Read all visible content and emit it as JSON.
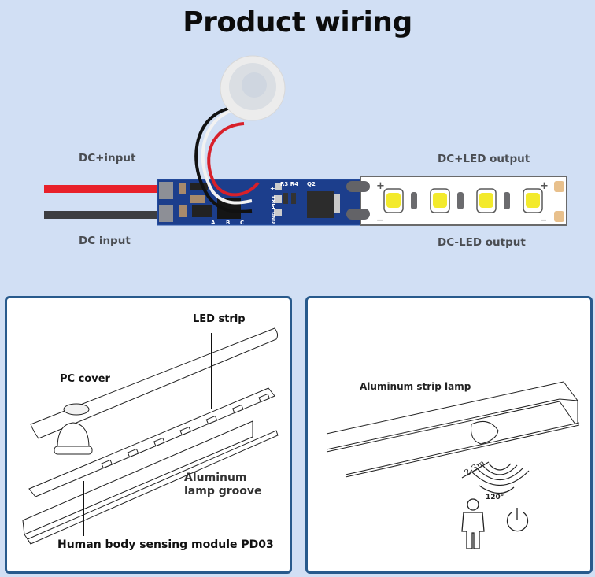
{
  "title": "Product wiring",
  "wiring": {
    "dc_plus_input": "DC+input",
    "dc_input": "DC input",
    "dc_plus_led_output": "DC+LED output",
    "dc_minus_led_output": "DC-LED output",
    "pcb_labels": {
      "r3r4": "R3 R4",
      "q2": "Q2",
      "pir1": "PIR1",
      "gnd": "GND",
      "plus": "+",
      "abc": [
        "A",
        "B",
        "C"
      ]
    },
    "strip_plus": "+",
    "strip_minus": "−",
    "led_count": 4,
    "colors": {
      "red_wire": "#e8202a",
      "black_wire": "#3c3d41",
      "pcb": "#1c3e8c",
      "led": "#f3ea2c"
    }
  },
  "left_panel": {
    "led_strip": "LED strip",
    "pc_cover": "PC cover",
    "aluminum_groove_line1": "Aluminum",
    "aluminum_groove_line2": "lamp groove",
    "module": "Human body sensing module PD03"
  },
  "right_panel": {
    "lamp": "Aluminum strip lamp",
    "distance": "2-3m",
    "angle": "120°",
    "person_icon": "person-icon",
    "power_icon": "power-icon"
  },
  "colors": {
    "background": "#d1dff4",
    "panel_border": "#285a8c"
  }
}
